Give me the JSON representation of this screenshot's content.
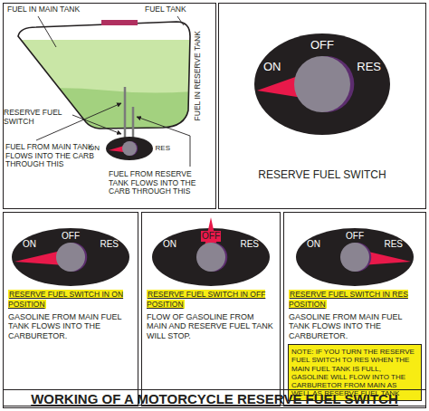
{
  "diagram": {
    "title": "WORKING OF A MOTORCYCLE RESERVE FUEL SWITCH",
    "nodes": [
      {
        "text": [
          "FUEL IN MAIN TANK",
          "FUEL TANK",
          "FUEL IN RESERVE TANK",
          "RESERVE FUEL SWITCH",
          "FUEL FROM MAIN TANK FLOWS INTO THE CARB THROUGH THIS",
          "FUEL FROM RESERVE TANK FLOWS INTO THE CARB THROUGH THIS"
        ]
      },
      {
        "text": [
          "ON",
          "RES"
        ],
        "in": 0
      },
      {
        "text": [
          "RESERVE FUEL SWITCH"
        ]
      },
      {
        "text": [
          "OFF",
          "ON",
          "RES"
        ],
        "in": 2
      },
      {
        "text": [
          "RESERVE FUEL SWITCH IN ON POSITION",
          "GASOLINE FROM MAIN FUEL TANK FLOWS INTO THE CARBURETOR."
        ]
      },
      {
        "text": [
          "OFF",
          "ON",
          "RES"
        ],
        "in": 4
      },
      {
        "text": [
          "RESERVE FUEL SWITCH IN OFF POSITION",
          "FLOW OF GASOLINE FROM MAIN AND RESERVE FUEL TANK WILL STOP."
        ]
      },
      {
        "text": [
          "OFF",
          "ON",
          "RES"
        ],
        "in": 6
      },
      {
        "text": [
          "RESERVE FUEL SWITCH IN RES POSITION",
          "GASOLINE FROM MAIN FUEL TANK FLOWS INTO THE CARBURETOR."
        ]
      },
      {
        "text": [
          "OFF",
          "ON",
          "RES"
        ],
        "in": 8
      },
      {
        "text": [
          "NOTE: IF YOU TURN THE RESERVE FUEL SWITCH TO RES WHEN THE MAIN FUEL TANK IS FULL, GASOLINE WILL FLOW INTO THE CARBURETOR FROM MAIN AS WELL AS RESERVE FUEL TANK"
        ],
        "in": 8
      }
    ]
  }
}
